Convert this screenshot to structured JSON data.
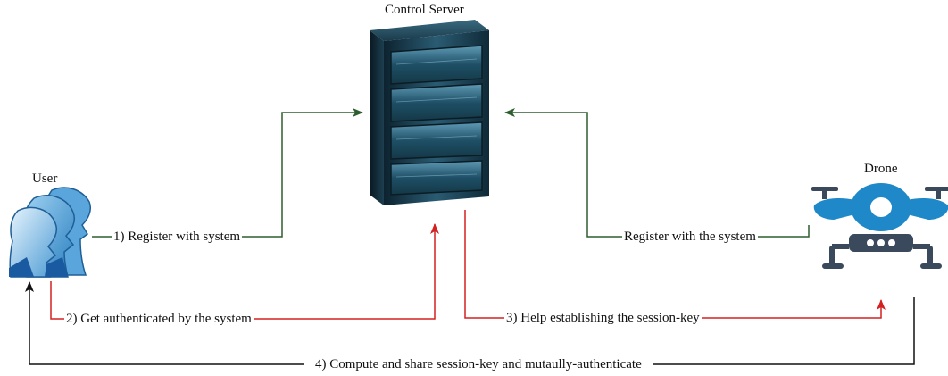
{
  "nodes": {
    "server": {
      "label": "Control Server",
      "icon": "server-rack-icon"
    },
    "user": {
      "label": "User",
      "icon": "users-icon"
    },
    "drone": {
      "label": "Drone",
      "icon": "drone-icon"
    }
  },
  "edges": {
    "user_register": {
      "label": "1) Register with system",
      "color": "#2e5e2e"
    },
    "drone_register": {
      "label": "Register with the system",
      "color": "#2e5e2e"
    },
    "authenticate": {
      "label": "2) Get authenticated by the system",
      "color": "#d32020"
    },
    "session_help": {
      "label": "3) Help establishing the session-key",
      "color": "#d32020"
    },
    "mutual_auth": {
      "label": "4) Compute and share session-key and mutaully-authenticate",
      "color": "#111111"
    }
  },
  "colors": {
    "green_arrow": "#2e5e2e",
    "red_arrow": "#d32020",
    "black_arrow": "#111111",
    "drone_blue": "#1e88c8",
    "drone_dark": "#3a4a5c",
    "server_body": "#1f4a5e"
  }
}
